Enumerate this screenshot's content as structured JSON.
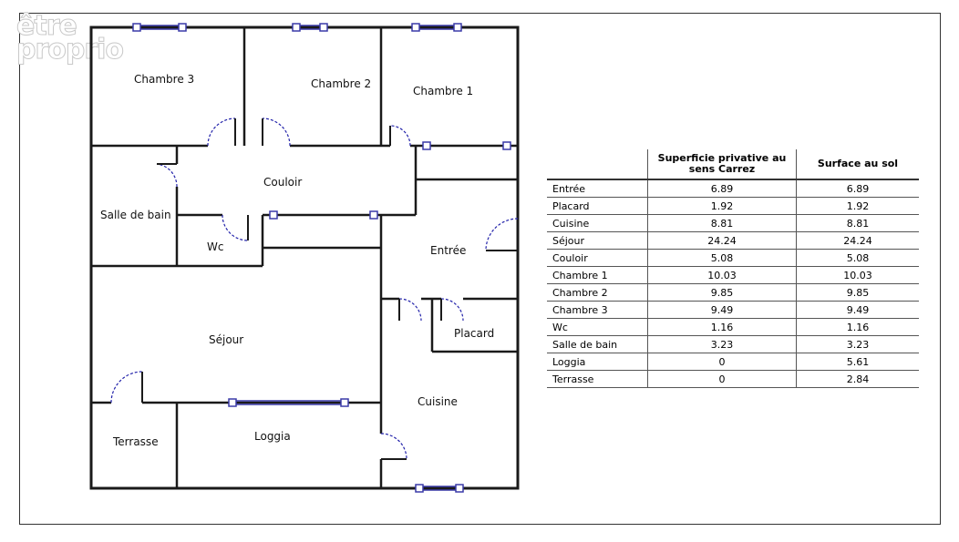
{
  "watermark": {
    "line1": "être",
    "line2": "proprio"
  },
  "rooms": {
    "chambre3": "Chambre 3",
    "chambre2": "Chambre 2",
    "chambre1": "Chambre 1",
    "couloir": "Couloir",
    "salle_de_bain": "Salle de bain",
    "wc": "Wc",
    "entree": "Entrée",
    "sejour": "Séjour",
    "placard": "Placard",
    "cuisine": "Cuisine",
    "terrasse": "Terrasse",
    "loggia": "Loggia"
  },
  "table": {
    "headers": [
      "",
      "Superficie privative au sens Carrez",
      "Surface au sol"
    ],
    "rows": [
      [
        "Entrée",
        "6.89",
        "6.89"
      ],
      [
        "Placard",
        "1.92",
        "1.92"
      ],
      [
        "Cuisine",
        "8.81",
        "8.81"
      ],
      [
        "Séjour",
        "24.24",
        "24.24"
      ],
      [
        "Couloir",
        "5.08",
        "5.08"
      ],
      [
        "Chambre 1",
        "10.03",
        "10.03"
      ],
      [
        "Chambre 2",
        "9.85",
        "9.85"
      ],
      [
        "Chambre 3",
        "9.49",
        "9.49"
      ],
      [
        "Wc",
        "1.16",
        "1.16"
      ],
      [
        "Salle de bain",
        "3.23",
        "3.23"
      ],
      [
        "Loggia",
        "0",
        "5.61"
      ],
      [
        "Terrasse",
        "0",
        "2.84"
      ]
    ]
  },
  "colors": {
    "wall": "#1a1a1a",
    "window": "#3a3aa8",
    "door": "#2222aa"
  }
}
